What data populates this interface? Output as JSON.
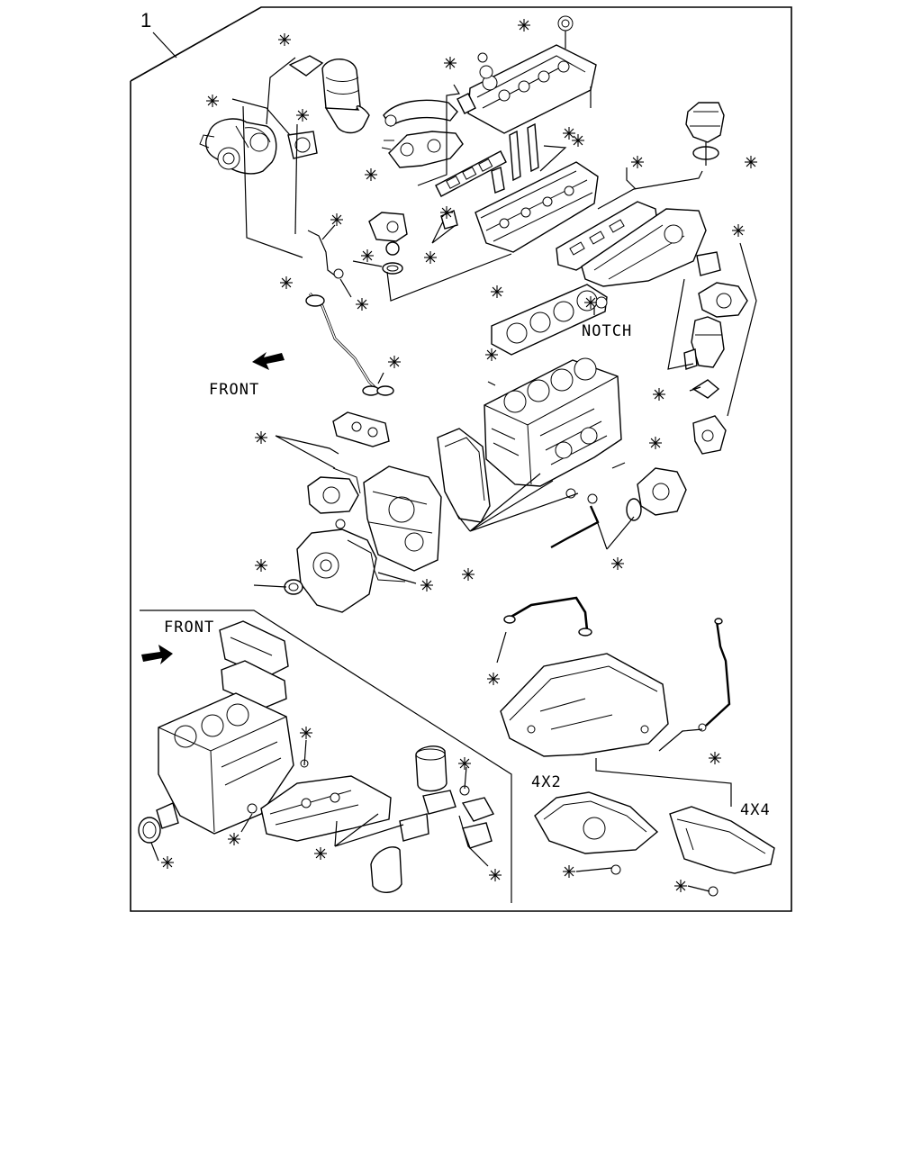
{
  "diagram": {
    "callout_number": "1",
    "labels": {
      "front_top": "FRONT",
      "front_bottom": "FRONT",
      "notch": "NOTCH",
      "pan_4x2": "4X2",
      "pan_4x4": "4X4"
    },
    "marker_symbol": "asterisk-circle",
    "marker_count": 38,
    "line_color": "#000000",
    "background_color": "#ffffff"
  }
}
